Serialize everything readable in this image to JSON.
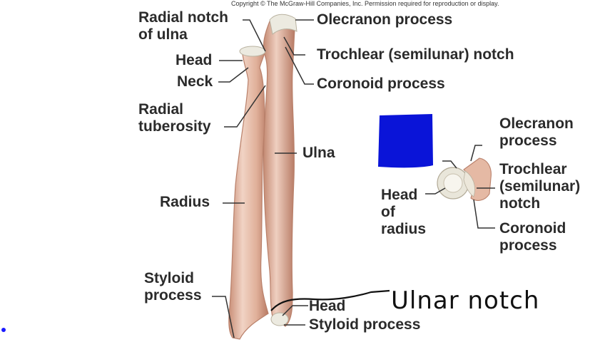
{
  "copyright": "Copyright © The McGraw-Hill Companies, Inc. Permission required for reproduction or display.",
  "labels": {
    "radial_notch_line1": "Radial notch",
    "radial_notch_line2": "of ulna",
    "head": "Head",
    "neck": "Neck",
    "radial_tuberosity_line1": "Radial",
    "radial_tuberosity_line2": "tuberosity",
    "radius": "Radius",
    "styloid_left_line1": "Styloid",
    "styloid_left_line2": "process",
    "olecranon": "Olecranon process",
    "trochlear": "Trochlear (semilunar) notch",
    "coronoid": "Coronoid process",
    "ulna": "Ulna",
    "head_ulna": "Head",
    "styloid_right": "Styloid process",
    "inset_olecranon_line1": "Olecranon",
    "inset_olecranon_line2": "process",
    "inset_trochlear_line1": "Trochlear",
    "inset_trochlear_line2": "(semilunar)",
    "inset_trochlear_line3": "notch",
    "inset_coronoid_line1": "Coronoid",
    "inset_coronoid_line2": "process",
    "inset_head_line1": "Head",
    "inset_head_line2": "of",
    "inset_head_line3": "radius"
  },
  "handwritten_note": "Ulnar notch",
  "colors": {
    "bone_fill": "#e2b6a2",
    "bone_edge": "#b9806a",
    "bone_highlight": "#f3dcd0",
    "cartilage": "#eceae0",
    "leader": "#333333",
    "blue_patch": "#0a14d8",
    "text": "#2b2b2b"
  }
}
